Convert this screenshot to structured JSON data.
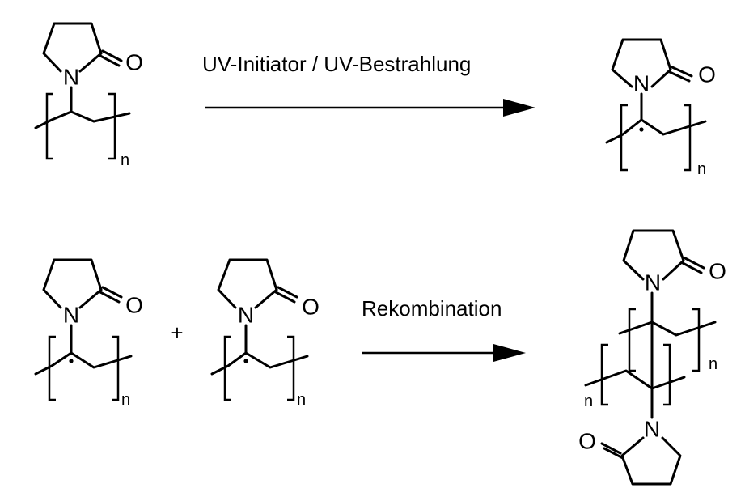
{
  "reaction_1": {
    "condition_label": "UV-Initiator / UV-Bestrahlung"
  },
  "reaction_2": {
    "condition_label": "Rekombination",
    "plus_sign": "+"
  },
  "atoms": {
    "nitrogen": "N",
    "oxygen": "O"
  },
  "repeat_subscript": "n",
  "colors": {
    "ink": "#000000",
    "background": "#ffffff"
  }
}
